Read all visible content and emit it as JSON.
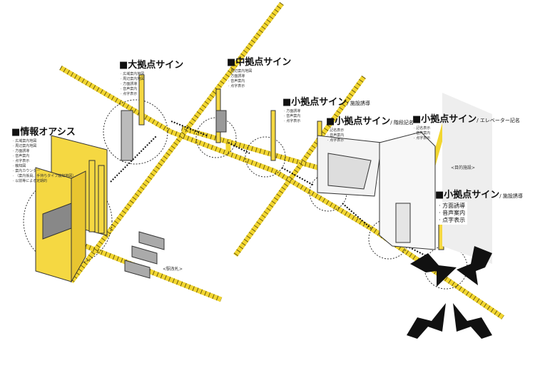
{
  "groups": [
    {
      "title": "■大拠点サイン",
      "sub": "",
      "items": [
        "広域案内地図",
        "周辺案内地図",
        "方面誘導",
        "音声案内",
        "点字表示"
      ]
    },
    {
      "title": "■中拠点サイン",
      "sub": "",
      "items": [
        "周辺案内地図",
        "方面誘導",
        "音声案内",
        "点字表示"
      ]
    },
    {
      "title": "■情報オアシス",
      "sub": "",
      "items": [
        "広域案内地図",
        "周辺案内地図",
        "方面誘導",
        "音声案内",
        "点字表示",
        "触知図",
        "案内カウンター",
        "（案内係員、手持ちタイプ触知地図）",
        "以前等による定期的"
      ]
    },
    {
      "title": "■小拠点サイン",
      "sub": "/ 施設誘導",
      "items": [
        "方面誘導",
        "音声案内",
        "点字表示"
      ]
    },
    {
      "title": "■小拠点サイン",
      "sub": "/ 階段記名",
      "items": [
        "記名表示",
        "音声案内",
        "点字表示"
      ]
    },
    {
      "title": "■小拠点サイン",
      "sub": "/ エレベーター記名",
      "items": [
        "記名表示",
        "音声案内",
        "点字表示"
      ]
    },
    {
      "title": "■小拠点サイン",
      "sub": "/ 施設誘導",
      "items": [
        "方面誘導",
        "音声案内",
        "点字表示"
      ]
    }
  ],
  "captions": {
    "gate": "<駅改札>",
    "destination": "<目的施設>"
  },
  "colors": {
    "paving": "#f2d630",
    "paving_dash": "#6b5a10",
    "arrow": "#111111",
    "sign": "#f5d842"
  }
}
